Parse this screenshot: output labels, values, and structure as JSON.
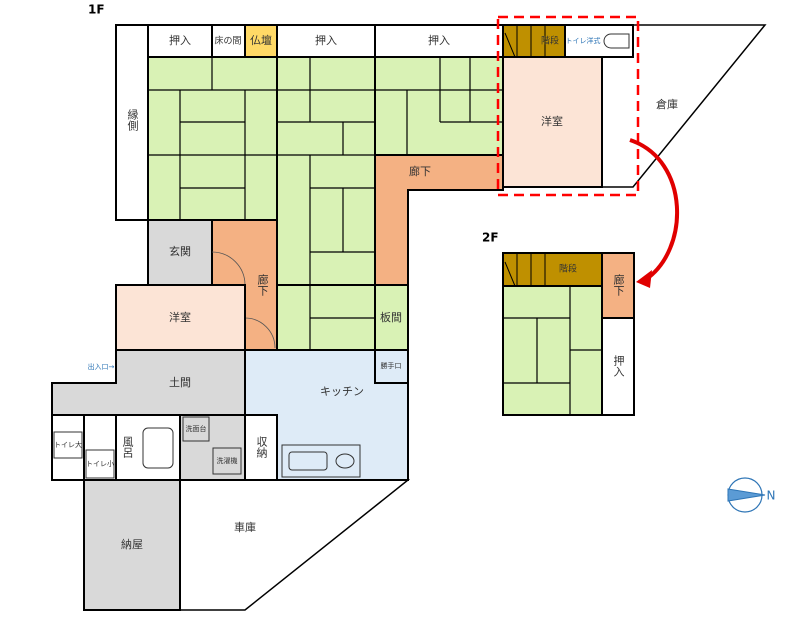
{
  "floors": {
    "first": "1F",
    "second": "2F"
  },
  "first_floor": {
    "engawa": "縁側",
    "oshiire1": "押入",
    "tokonoma": "床の間",
    "butsudan": "仏壇",
    "oshiire2": "押入",
    "oshiire3": "押入",
    "stairs": "階段",
    "toilet_western": "トイレ洋式",
    "western_room_upper": "洋室",
    "storehouse": "倉庫",
    "hallway_upper": "廊下",
    "genkan": "玄関",
    "hallway_mid": "廊下",
    "western_room_lower": "洋室",
    "itama": "板間",
    "entrance_label": "出入口→",
    "doma": "土間",
    "back_door": "勝手口",
    "kitchen": "キッチン",
    "toilet_large": "トイレ大",
    "toilet_small": "トイレ小",
    "bath": "風呂",
    "washbasin": "洗面台",
    "washer": "洗濯機",
    "storage": "収納",
    "barn": "納屋",
    "garage": "車庫"
  },
  "second_floor": {
    "stairs": "階段",
    "hallway": "廊下",
    "oshiire": "押入"
  },
  "compass": {
    "label": "N"
  },
  "colors": {
    "tatami": "#d9f2b5",
    "hallway": "#f4b183",
    "western": "#fce4d6",
    "gray": "#d9d9d9",
    "kitchen": "#deebf7",
    "stairs": "#bf9000",
    "butsudan": "#ffd966",
    "highlight": "#ff0000"
  }
}
